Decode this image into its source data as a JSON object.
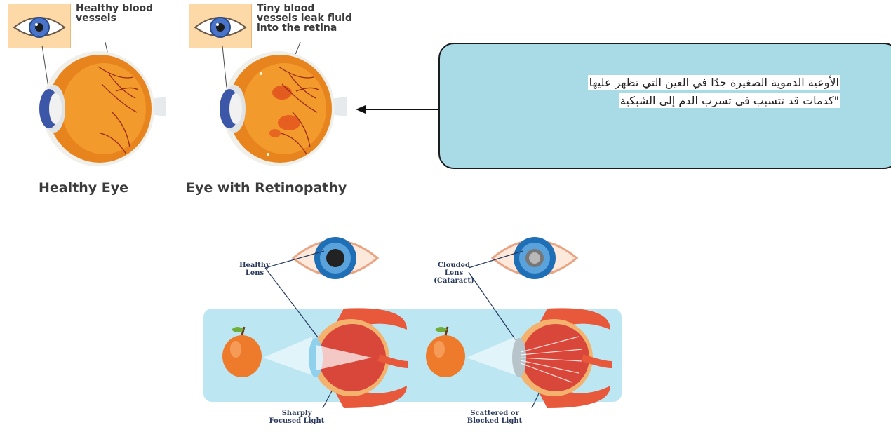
{
  "retinopathy_figure": {
    "healthy_eye": {
      "annotation": "Healthy blood\nvessels",
      "title": "Healthy Eye"
    },
    "retinopathy_eye": {
      "annotation": "Tiny blood\nvessels leak fluid\ninto the retina",
      "title": "Eye with Retinopathy"
    }
  },
  "callout": {
    "line1": "الأوعية الدموية الصغيرة جدًا في العين التي تظهر عليها",
    "line2": "\"كدمات قد تتسبب في تسرب الدم إلى الشبكية",
    "box_color": "#a9dbe6"
  },
  "cataract_figure": {
    "healthy_lens_label": "Healthy\nLens",
    "clouded_lens_label": "Clouded\nLens\n(Cataract)",
    "focused_light_label": "Sharply\nFocused Light",
    "scattered_light_label": "Scattered or\nBlocked Light",
    "panel_color": "#bde6f3"
  }
}
